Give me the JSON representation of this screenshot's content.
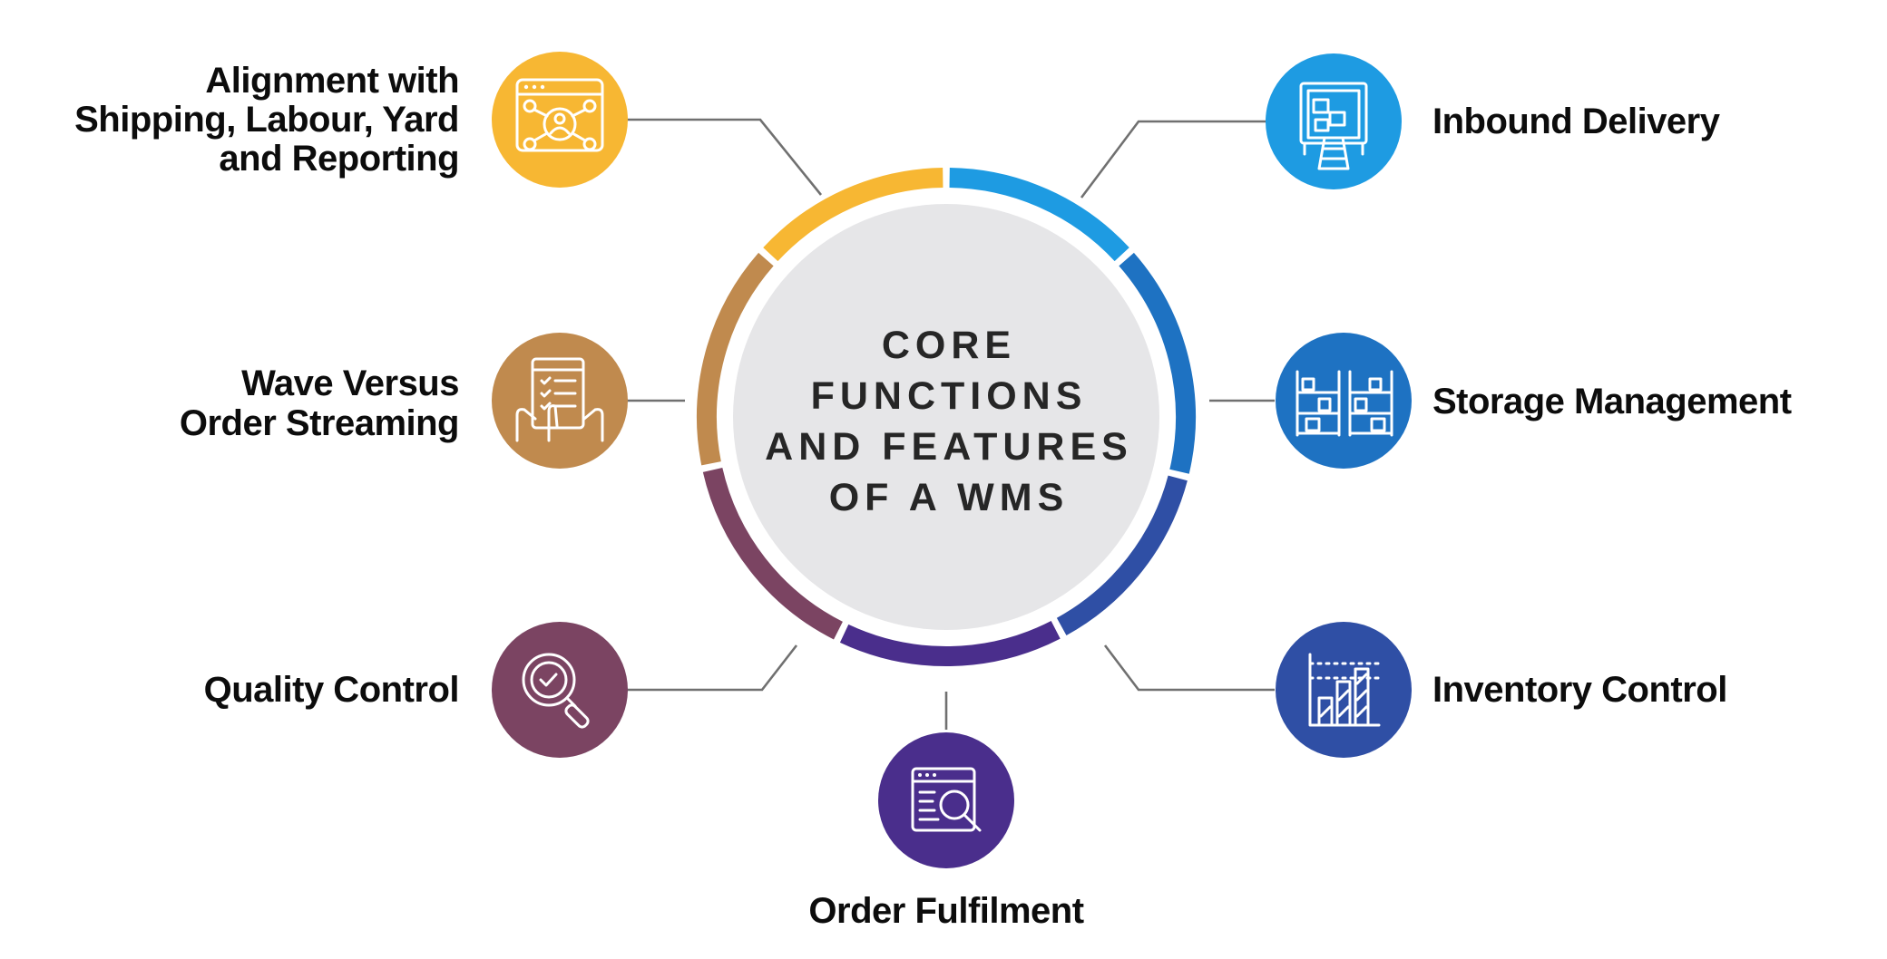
{
  "center": {
    "lines": [
      "CORE",
      "FUNCTIONS",
      "AND FEATURES",
      "OF A WMS"
    ]
  },
  "features": {
    "alignment": {
      "lines": [
        "Alignment with",
        "Shipping, Labour, Yard",
        "and Reporting"
      ],
      "color": "#F7B733",
      "icon": "user-network-icon"
    },
    "wave": {
      "lines": [
        "Wave Versus",
        "Order Streaming"
      ],
      "color": "#C08A4E",
      "icon": "checklist-clipboard-icon"
    },
    "quality": {
      "lines": [
        "Quality Control"
      ],
      "color": "#7B4462",
      "icon": "magnifier-check-icon"
    },
    "order": {
      "lines": [
        "Order Fulfilment"
      ],
      "color": "#4A2E8C",
      "icon": "browser-search-icon"
    },
    "inbound": {
      "lines": [
        "Inbound Delivery"
      ],
      "color": "#1E9BE2",
      "icon": "truck-loading-dock-icon"
    },
    "storage": {
      "lines": [
        "Storage Management"
      ],
      "color": "#1E72C2",
      "icon": "warehouse-shelves-icon"
    },
    "inventory": {
      "lines": [
        "Inventory Control"
      ],
      "color": "#2F4FA5",
      "icon": "bar-chart-icon"
    }
  },
  "ring_colors": {
    "inbound": "#1E9BE2",
    "storage": "#1E72C2",
    "inventory": "#2F4FA5",
    "order": "#4A2E8C",
    "quality": "#7B4462",
    "wave": "#C08A4E",
    "alignment": "#F7B733",
    "center_fill": "#E6E6E8"
  }
}
